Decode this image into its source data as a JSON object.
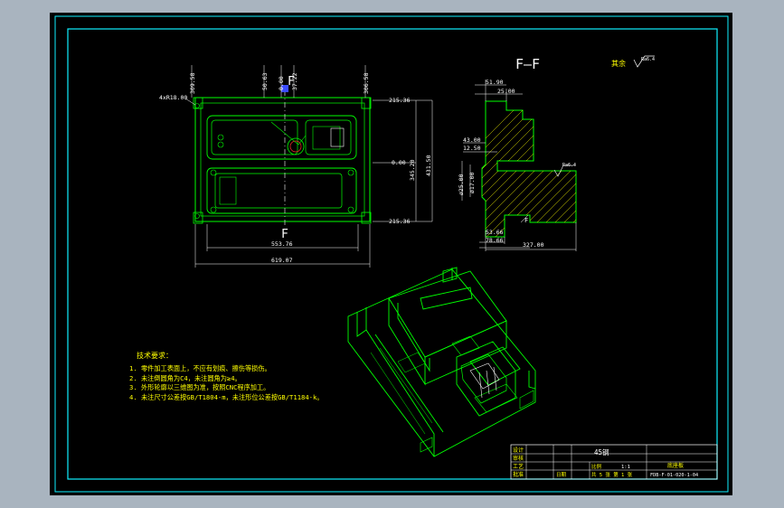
{
  "colors": {
    "window_bg": "#a9b4bf",
    "paper": "#000000",
    "frame": "#0ff0ff",
    "geometry": "#00ff00",
    "dimension": "#ffffff",
    "dim_text": "#ffffff",
    "notes_text": "#ffff00",
    "hatch": "#ffff00",
    "highlight": "#3a4bff"
  },
  "section": {
    "label": "F—F",
    "cut_mark": "F",
    "cut_mark_bottom": "F"
  },
  "roughness": {
    "rest_label": "其余",
    "rest_value": "Ra6.4",
    "callout": "Ra6.4"
  },
  "plan_view": {
    "top_dims": [
      "309.58",
      "50.63",
      "0.00",
      "37.22",
      "306.58"
    ],
    "corner_label": "4xR18.00",
    "right_dims": [
      "215.36",
      "0.00",
      "345.20",
      "431.50",
      "215.36"
    ],
    "bottom_dims": [
      "553.76",
      "619.07"
    ]
  },
  "section_view": {
    "dims_top": [
      "51.90",
      "25.00"
    ],
    "dims_left": [
      "43.00",
      "12.50"
    ],
    "dims_vertical": [
      "ø25.00",
      "ø17.00"
    ],
    "dims_bottom": [
      "53.66",
      "78.66",
      "327.00"
    ],
    "small_mark": "F"
  },
  "notes": {
    "title": "技术要求：",
    "items": [
      "1. 零件加工表面上，不应有划痕、擦伤等损伤。",
      "2. 未注倒圆角为C4，未注圆角为≥4。",
      "3. 外形轮廓以三维图为准，按照CNC程序加工。",
      "4. 未注尺寸公差按GB/T1804-m，未注形位公差按GB/T1184-k。"
    ]
  },
  "title_block": {
    "row_labels": [
      "设计",
      "审核",
      "工艺",
      "批准"
    ],
    "material": "45钢",
    "scale": "1:1",
    "scale_label": "比例",
    "sheets": "共 5 张  第 1 张",
    "drawing_title": "底座板",
    "drawing_no": "FDB-F-01-020-1-04",
    "date_label": "日期"
  }
}
